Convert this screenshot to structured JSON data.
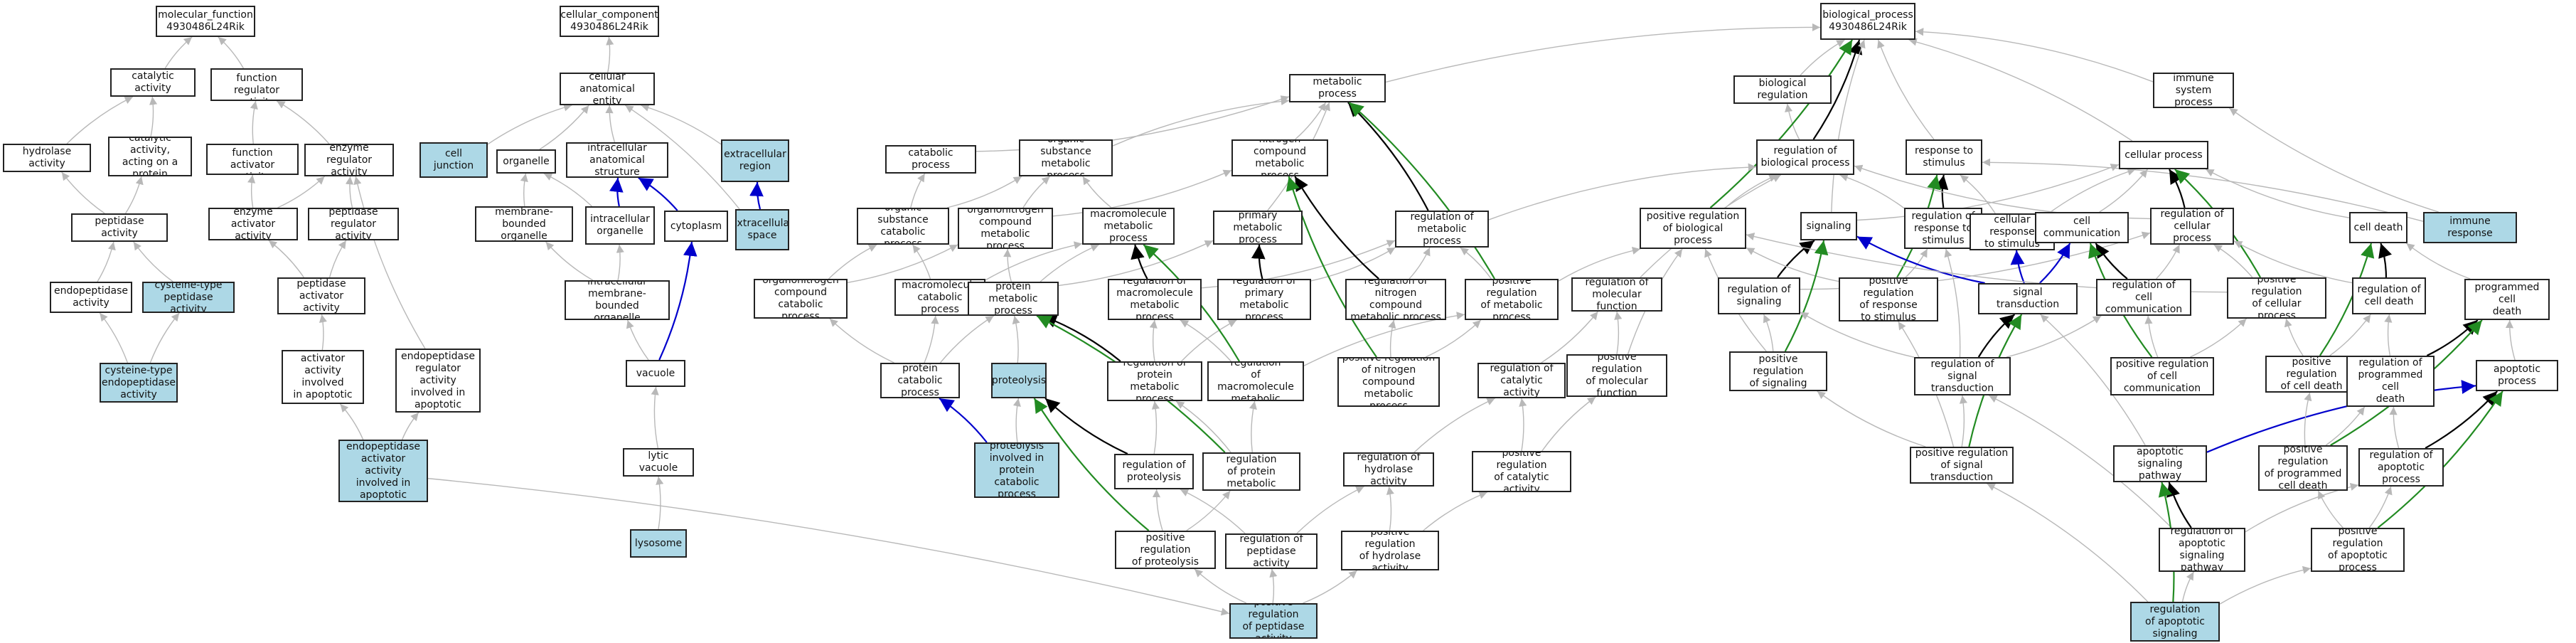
{
  "colors": {
    "highlight": "#add8e6",
    "is_a": "#b8b8b8",
    "part_of": "#0000cc",
    "regulates": "#000000",
    "pos_regulates": "#228b22",
    "node_border": "#222222"
  },
  "nodes": [
    {
      "id": "mf",
      "label": "molecular_function\n4930486L24Rik"
    },
    {
      "id": "cat",
      "label": "catalytic activity"
    },
    {
      "id": "mfreg",
      "label": "molecular function\nregulator activity"
    },
    {
      "id": "hyd",
      "label": "hydrolase activity"
    },
    {
      "id": "catprot",
      "label": "catalytic activity,\nacting on a\nprotein"
    },
    {
      "id": "mfact",
      "label": "molecular function\nactivator activity"
    },
    {
      "id": "enzreg",
      "label": "enzyme regulator\nactivity"
    },
    {
      "id": "pep",
      "label": "peptidase activity"
    },
    {
      "id": "enzact",
      "label": "enzyme activator\nactivity"
    },
    {
      "id": "pepreg",
      "label": "peptidase regulator\nactivity"
    },
    {
      "id": "endo",
      "label": "endopeptidase\nactivity"
    },
    {
      "id": "cyspep",
      "label": "cysteine-type\npeptidase activity",
      "hl": true
    },
    {
      "id": "pepact",
      "label": "peptidase activator\nactivity"
    },
    {
      "id": "cysendo",
      "label": "cysteine-type\nendopeptidase\nactivity",
      "hl": true
    },
    {
      "id": "pepactapo",
      "label": "peptidase activator\nactivity involved\nin apoptotic\nprocess"
    },
    {
      "id": "cysendoreg",
      "label": "cysteine-type\nendopeptidase\nregulator activity\ninvolved in\napoptotic process"
    },
    {
      "id": "cysendoact",
      "label": "cysteine-type\nendopeptidase\nactivator activity\ninvolved in\napoptotic process",
      "hl": true
    },
    {
      "id": "cc",
      "label": "cellular_component\n4930486L24Rik"
    },
    {
      "id": "cae",
      "label": "cellular anatomical\nentity"
    },
    {
      "id": "cj",
      "label": "cell junction",
      "hl": true
    },
    {
      "id": "org",
      "label": "organelle"
    },
    {
      "id": "ias",
      "label": "intracellular\nanatomical structure"
    },
    {
      "id": "exr",
      "label": "extracellular\nregion",
      "hl": true
    },
    {
      "id": "mbo",
      "label": "membrane-bounded\norganelle"
    },
    {
      "id": "io",
      "label": "intracellular\norganelle"
    },
    {
      "id": "cyto",
      "label": "cytoplasm"
    },
    {
      "id": "exs",
      "label": "extracellular\nspace",
      "hl": true
    },
    {
      "id": "imbo",
      "label": "intracellular\nmembrane-bounded\norganelle"
    },
    {
      "id": "vac",
      "label": "vacuole"
    },
    {
      "id": "lvac",
      "label": "lytic vacuole"
    },
    {
      "id": "lys",
      "label": "lysosome",
      "hl": true
    },
    {
      "id": "mp",
      "label": "metabolic process"
    },
    {
      "id": "catp",
      "label": "catabolic process"
    },
    {
      "id": "osmp",
      "label": "organic substance\nmetabolic process"
    },
    {
      "id": "ncmp",
      "label": "nitrogen compound\nmetabolic process"
    },
    {
      "id": "oscp",
      "label": "organic substance\ncatabolic process"
    },
    {
      "id": "oncmp",
      "label": "organonitrogen\ncompound metabolic\nprocess"
    },
    {
      "id": "macmp",
      "label": "macromolecule\nmetabolic process"
    },
    {
      "id": "pmp",
      "label": "primary metabolic\nprocess"
    },
    {
      "id": "regmp",
      "label": "regulation of\nmetabolic process"
    },
    {
      "id": "onccp",
      "label": "organonitrogen\ncompound catabolic\nprocess"
    },
    {
      "id": "maccp",
      "label": "macromolecule\ncatabolic process"
    },
    {
      "id": "protmp",
      "label": "protein metabolic\nprocess"
    },
    {
      "id": "regmacmp",
      "label": "regulation of\nmacromolecule\nmetabolic process"
    },
    {
      "id": "regpmp",
      "label": "regulation of\nprimary metabolic\nprocess"
    },
    {
      "id": "regncmp",
      "label": "regulation of\nnitrogen compound\nmetabolic process"
    },
    {
      "id": "posregmp",
      "label": "positive regulation\nof metabolic\nprocess"
    },
    {
      "id": "protcat",
      "label": "protein catabolic\nprocess"
    },
    {
      "id": "prot",
      "label": "proteolysis",
      "hl": true
    },
    {
      "id": "regprotmp",
      "label": "regulation of\nprotein metabolic\nprocess"
    },
    {
      "id": "posregmacmp",
      "label": "positive regulation\nof macromolecule\nmetabolic process"
    },
    {
      "id": "posregncmp",
      "label": "positive regulation\nof nitrogen\ncompound metabolic\nprocess"
    },
    {
      "id": "protinv",
      "label": "proteolysis\ninvolved in\nprotein catabolic\nprocess",
      "hl": true
    },
    {
      "id": "regprot",
      "label": "regulation of\nproteolysis"
    },
    {
      "id": "posregprotmp",
      "label": "positive regulation\nof protein metabolic\nprocess"
    },
    {
      "id": "posregprot",
      "label": "positive regulation\nof proteolysis"
    },
    {
      "id": "regpepact",
      "label": "regulation of\npeptidase activity"
    },
    {
      "id": "posregpepact",
      "label": "positive regulation\nof peptidase\nactivity",
      "hl": true
    },
    {
      "id": "reghydact",
      "label": "regulation of\nhydrolase activity"
    },
    {
      "id": "posreghydact",
      "label": "positive regulation\nof hydrolase\nactivity"
    },
    {
      "id": "regcatact",
      "label": "regulation of\ncatalytic activity"
    },
    {
      "id": "posregcatact",
      "label": "positive regulation\nof catalytic\nactivity"
    },
    {
      "id": "regmf",
      "label": "regulation of\nmolecular function"
    },
    {
      "id": "posregmf",
      "label": "positive regulation\nof molecular\nfunction"
    },
    {
      "id": "bp",
      "label": "biological_process\n4930486L24Rik"
    },
    {
      "id": "breg",
      "label": "biological regulation"
    },
    {
      "id": "isp",
      "label": "immune system\nprocess"
    },
    {
      "id": "regbp",
      "label": "regulation of\nbiological process"
    },
    {
      "id": "rts",
      "label": "response to\nstimulus"
    },
    {
      "id": "cp",
      "label": "cellular process"
    },
    {
      "id": "ir",
      "label": "immune response",
      "hl": true
    },
    {
      "id": "posregbp",
      "label": "positive regulation\nof biological\nprocess"
    },
    {
      "id": "sig",
      "label": "signaling"
    },
    {
      "id": "regrts",
      "label": "regulation of\nresponse to\nstimulus"
    },
    {
      "id": "crts",
      "label": "cellular response\nto stimulus"
    },
    {
      "id": "cc2",
      "label": "cell communication"
    },
    {
      "id": "regcp",
      "label": "regulation of\ncellular process"
    },
    {
      "id": "cd",
      "label": "cell death"
    },
    {
      "id": "regsig",
      "label": "regulation of\nsignaling"
    },
    {
      "id": "posregrts",
      "label": "positive regulation\nof response\nto stimulus"
    },
    {
      "id": "st",
      "label": "signal transduction"
    },
    {
      "id": "regcc",
      "label": "regulation of\ncell communication"
    },
    {
      "id": "posregcp",
      "label": "positive regulation\nof cellular\nprocess"
    },
    {
      "id": "regcd",
      "label": "regulation of\ncell death"
    },
    {
      "id": "pcd",
      "label": "programmed cell\ndeath"
    },
    {
      "id": "posregsig",
      "label": "positive regulation\nof signaling"
    },
    {
      "id": "regst",
      "label": "regulation of\nsignal transduction"
    },
    {
      "id": "posregcc",
      "label": "positive regulation\nof cell communication"
    },
    {
      "id": "posregcd",
      "label": "positive regulation\nof cell death"
    },
    {
      "id": "regpcd",
      "label": "regulation of\nprogrammed cell\ndeath"
    },
    {
      "id": "ap",
      "label": "apoptotic process"
    },
    {
      "id": "posregst",
      "label": "positive regulation\nof signal transduction"
    },
    {
      "id": "asp",
      "label": "apoptotic signaling\npathway"
    },
    {
      "id": "posregpcd",
      "label": "positive regulation\nof programmed\ncell death"
    },
    {
      "id": "regap",
      "label": "regulation of\napoptotic process"
    },
    {
      "id": "regasp",
      "label": "regulation of\napoptotic signaling\npathway"
    },
    {
      "id": "posregap",
      "label": "positive regulation\nof apoptotic\nprocess"
    },
    {
      "id": "posregasp",
      "label": "positive regulation\nof apoptotic\nsignaling pathway",
      "hl": true
    }
  ],
  "edges": [
    [
      "cat",
      "mf",
      "is_a"
    ],
    [
      "mfreg",
      "mf",
      "is_a"
    ],
    [
      "hyd",
      "cat",
      "is_a"
    ],
    [
      "catprot",
      "cat",
      "is_a"
    ],
    [
      "mfact",
      "mfreg",
      "is_a"
    ],
    [
      "enzreg",
      "mfreg",
      "is_a"
    ],
    [
      "pep",
      "hyd",
      "is_a"
    ],
    [
      "pep",
      "catprot",
      "is_a"
    ],
    [
      "enzact",
      "mfact",
      "is_a"
    ],
    [
      "enzact",
      "enzreg",
      "is_a"
    ],
    [
      "pepreg",
      "enzreg",
      "is_a"
    ],
    [
      "endo",
      "pep",
      "is_a"
    ],
    [
      "cyspep",
      "pep",
      "is_a"
    ],
    [
      "pepact",
      "enzact",
      "is_a"
    ],
    [
      "pepact",
      "pepreg",
      "is_a"
    ],
    [
      "cysendo",
      "endo",
      "is_a"
    ],
    [
      "cysendo",
      "cyspep",
      "is_a"
    ],
    [
      "pepactapo",
      "pepact",
      "is_a"
    ],
    [
      "cysendoreg",
      "enzreg",
      "is_a"
    ],
    [
      "cysendoact",
      "pepactapo",
      "is_a"
    ],
    [
      "cysendoact",
      "cysendoreg",
      "is_a"
    ],
    [
      "cae",
      "cc",
      "is_a"
    ],
    [
      "cj",
      "cae",
      "is_a"
    ],
    [
      "org",
      "cae",
      "is_a"
    ],
    [
      "ias",
      "cae",
      "is_a"
    ],
    [
      "exr",
      "cae",
      "is_a"
    ],
    [
      "mbo",
      "org",
      "is_a"
    ],
    [
      "io",
      "org",
      "is_a"
    ],
    [
      "io",
      "ias",
      "part_of"
    ],
    [
      "cyto",
      "ias",
      "part_of"
    ],
    [
      "exs",
      "exr",
      "part_of"
    ],
    [
      "exs",
      "cae",
      "is_a"
    ],
    [
      "imbo",
      "mbo",
      "is_a"
    ],
    [
      "imbo",
      "io",
      "is_a"
    ],
    [
      "vac",
      "imbo",
      "is_a"
    ],
    [
      "vac",
      "cyto",
      "part_of"
    ],
    [
      "lvac",
      "vac",
      "is_a"
    ],
    [
      "lys",
      "lvac",
      "is_a"
    ],
    [
      "breg",
      "bp",
      "is_a"
    ],
    [
      "isp",
      "bp",
      "is_a"
    ],
    [
      "rts",
      "bp",
      "is_a"
    ],
    [
      "cp",
      "bp",
      "is_a"
    ],
    [
      "regbp",
      "breg",
      "is_a"
    ],
    [
      "regbp",
      "bp",
      "regulates"
    ],
    [
      "ir",
      "isp",
      "is_a"
    ],
    [
      "ir",
      "rts",
      "is_a"
    ],
    [
      "posregbp",
      "regbp",
      "is_a"
    ],
    [
      "posregbp",
      "bp",
      "pos_regulates"
    ],
    [
      "mp",
      "bp",
      "is_a"
    ],
    [
      "catp",
      "mp",
      "is_a"
    ],
    [
      "osmp",
      "mp",
      "is_a"
    ],
    [
      "ncmp",
      "mp",
      "is_a"
    ],
    [
      "oscp",
      "catp",
      "is_a"
    ],
    [
      "oscp",
      "osmp",
      "is_a"
    ],
    [
      "oncmp",
      "osmp",
      "is_a"
    ],
    [
      "oncmp",
      "ncmp",
      "is_a"
    ],
    [
      "macmp",
      "osmp",
      "is_a"
    ],
    [
      "pmp",
      "mp",
      "is_a"
    ],
    [
      "regmp",
      "regbp",
      "is_a"
    ],
    [
      "regmp",
      "mp",
      "regulates"
    ],
    [
      "onccp",
      "oscp",
      "is_a"
    ],
    [
      "onccp",
      "oncmp",
      "is_a"
    ],
    [
      "maccp",
      "macmp",
      "is_a"
    ],
    [
      "maccp",
      "oscp",
      "is_a"
    ],
    [
      "protmp",
      "macmp",
      "is_a"
    ],
    [
      "protmp",
      "pmp",
      "is_a"
    ],
    [
      "protmp",
      "oncmp",
      "is_a"
    ],
    [
      "regmacmp",
      "regmp",
      "is_a"
    ],
    [
      "regmacmp",
      "macmp",
      "regulates"
    ],
    [
      "regpmp",
      "regmp",
      "is_a"
    ],
    [
      "regpmp",
      "pmp",
      "regulates"
    ],
    [
      "regncmp",
      "regmp",
      "is_a"
    ],
    [
      "regncmp",
      "ncmp",
      "regulates"
    ],
    [
      "posregmp",
      "regmp",
      "is_a"
    ],
    [
      "posregmp",
      "posregbp",
      "is_a"
    ],
    [
      "posregmp",
      "mp",
      "pos_regulates"
    ],
    [
      "protcat",
      "protmp",
      "is_a"
    ],
    [
      "protcat",
      "maccp",
      "is_a"
    ],
    [
      "protcat",
      "onccp",
      "is_a"
    ],
    [
      "prot",
      "protmp",
      "is_a"
    ],
    [
      "protinv",
      "prot",
      "is_a"
    ],
    [
      "protinv",
      "protcat",
      "part_of"
    ],
    [
      "regprotmp",
      "regmacmp",
      "is_a"
    ],
    [
      "regprotmp",
      "protmp",
      "regulates"
    ],
    [
      "regprotmp",
      "regpmp",
      "is_a"
    ],
    [
      "posregmacmp",
      "regmacmp",
      "is_a"
    ],
    [
      "posregmacmp",
      "posregmp",
      "is_a"
    ],
    [
      "posregmacmp",
      "macmp",
      "pos_regulates"
    ],
    [
      "posregncmp",
      "regncmp",
      "is_a"
    ],
    [
      "posregncmp",
      "posregmp",
      "is_a"
    ],
    [
      "posregncmp",
      "ncmp",
      "pos_regulates"
    ],
    [
      "regprot",
      "regprotmp",
      "is_a"
    ],
    [
      "regprot",
      "prot",
      "regulates"
    ],
    [
      "posregprotmp",
      "regprotmp",
      "is_a"
    ],
    [
      "posregprotmp",
      "posregmacmp",
      "is_a"
    ],
    [
      "posregprotmp",
      "protmp",
      "pos_regulates"
    ],
    [
      "posregprot",
      "regprot",
      "is_a"
    ],
    [
      "posregprot",
      "posregprotmp",
      "is_a"
    ],
    [
      "posregprot",
      "prot",
      "pos_regulates"
    ],
    [
      "regpepact",
      "regprot",
      "is_a"
    ],
    [
      "regpepact",
      "reghydact",
      "is_a"
    ],
    [
      "posregpepact",
      "regpepact",
      "is_a"
    ],
    [
      "posregpepact",
      "posregprot",
      "is_a"
    ],
    [
      "posregpepact",
      "posreghydact",
      "is_a"
    ],
    [
      "regmf",
      "regbp",
      "is_a"
    ],
    [
      "regcatact",
      "regmf",
      "is_a"
    ],
    [
      "reghydact",
      "regcatact",
      "is_a"
    ],
    [
      "posregmf",
      "regmf",
      "is_a"
    ],
    [
      "posregmf",
      "posregbp",
      "is_a"
    ],
    [
      "posregcatact",
      "regcatact",
      "is_a"
    ],
    [
      "posregcatact",
      "posregmf",
      "is_a"
    ],
    [
      "posreghydact",
      "reghydact",
      "is_a"
    ],
    [
      "posreghydact",
      "posregcatact",
      "is_a"
    ],
    [
      "sig",
      "cp",
      "is_a"
    ],
    [
      "sig",
      "bp",
      "is_a"
    ],
    [
      "regrts",
      "regbp",
      "is_a"
    ],
    [
      "regrts",
      "rts",
      "regulates"
    ],
    [
      "crts",
      "rts",
      "is_a"
    ],
    [
      "crts",
      "cp",
      "is_a"
    ],
    [
      "cc2",
      "cp",
      "is_a"
    ],
    [
      "regcp",
      "regbp",
      "is_a"
    ],
    [
      "regcp",
      "cp",
      "regulates"
    ],
    [
      "cd",
      "cp",
      "is_a"
    ],
    [
      "regsig",
      "regcp",
      "is_a"
    ],
    [
      "regsig",
      "sig",
      "regulates"
    ],
    [
      "posregrts",
      "regrts",
      "is_a"
    ],
    [
      "posregrts",
      "posregbp",
      "is_a"
    ],
    [
      "posregrts",
      "rts",
      "pos_regulates"
    ],
    [
      "st",
      "crts",
      "part_of"
    ],
    [
      "st",
      "cc2",
      "part_of"
    ],
    [
      "st",
      "sig",
      "part_of"
    ],
    [
      "regcc",
      "regcp",
      "is_a"
    ],
    [
      "regcc",
      "cc2",
      "regulates"
    ],
    [
      "posregcp",
      "regcp",
      "is_a"
    ],
    [
      "posregcp",
      "posregbp",
      "is_a"
    ],
    [
      "posregcp",
      "cp",
      "pos_regulates"
    ],
    [
      "regcd",
      "regcp",
      "is_a"
    ],
    [
      "regcd",
      "cd",
      "regulates"
    ],
    [
      "pcd",
      "cd",
      "is_a"
    ],
    [
      "posregsig",
      "regsig",
      "is_a"
    ],
    [
      "posregsig",
      "posregbp",
      "is_a"
    ],
    [
      "posregsig",
      "sig",
      "pos_regulates"
    ],
    [
      "regst",
      "regsig",
      "is_a"
    ],
    [
      "regst",
      "regrts",
      "is_a"
    ],
    [
      "regst",
      "st",
      "regulates"
    ],
    [
      "regst",
      "regcc",
      "is_a"
    ],
    [
      "posregcc",
      "regcc",
      "is_a"
    ],
    [
      "posregcc",
      "posregcp",
      "is_a"
    ],
    [
      "posregcc",
      "cc2",
      "pos_regulates"
    ],
    [
      "posregcd",
      "regcd",
      "is_a"
    ],
    [
      "posregcd",
      "posregcp",
      "is_a"
    ],
    [
      "posregcd",
      "cd",
      "pos_regulates"
    ],
    [
      "regpcd",
      "regcd",
      "is_a"
    ],
    [
      "regpcd",
      "pcd",
      "regulates"
    ],
    [
      "ap",
      "pcd",
      "is_a"
    ],
    [
      "posregst",
      "regst",
      "is_a"
    ],
    [
      "posregst",
      "posregsig",
      "is_a"
    ],
    [
      "posregst",
      "posregrts",
      "is_a"
    ],
    [
      "posregst",
      "st",
      "pos_regulates"
    ],
    [
      "asp",
      "st",
      "is_a"
    ],
    [
      "asp",
      "ap",
      "part_of"
    ],
    [
      "posregpcd",
      "regpcd",
      "is_a"
    ],
    [
      "posregpcd",
      "posregcd",
      "is_a"
    ],
    [
      "posregpcd",
      "pcd",
      "pos_regulates"
    ],
    [
      "regap",
      "regpcd",
      "is_a"
    ],
    [
      "regap",
      "ap",
      "regulates"
    ],
    [
      "regasp",
      "regap",
      "is_a"
    ],
    [
      "regasp",
      "regst",
      "is_a"
    ],
    [
      "regasp",
      "asp",
      "regulates"
    ],
    [
      "posregap",
      "regap",
      "is_a"
    ],
    [
      "posregap",
      "posregpcd",
      "is_a"
    ],
    [
      "posregap",
      "ap",
      "pos_regulates"
    ],
    [
      "posregasp",
      "regasp",
      "is_a"
    ],
    [
      "posregasp",
      "posregst",
      "is_a"
    ],
    [
      "posregasp",
      "posregap",
      "is_a"
    ],
    [
      "posregasp",
      "asp",
      "pos_regulates"
    ],
    [
      "cysendoact",
      "posregpepact",
      "is_a"
    ]
  ]
}
